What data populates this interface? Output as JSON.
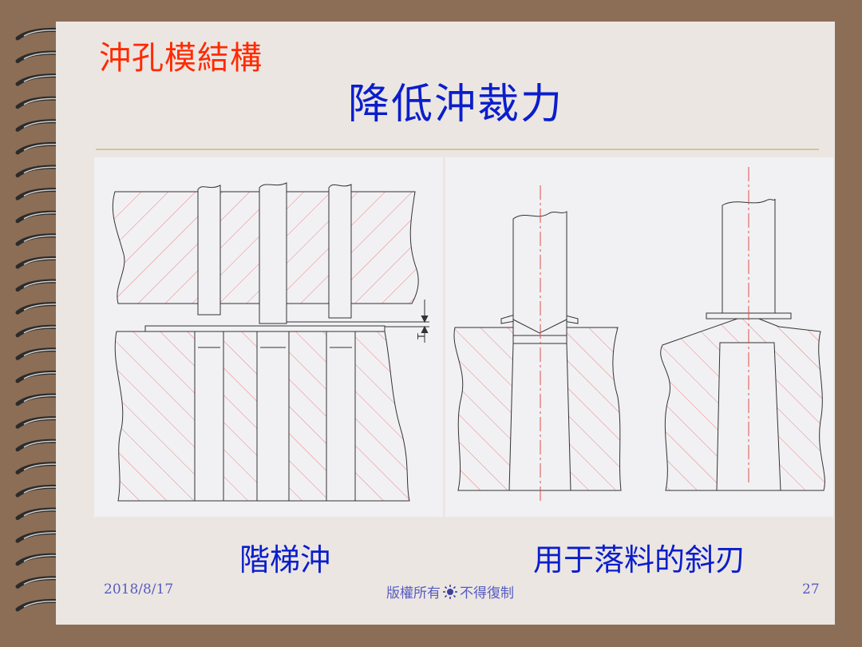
{
  "slide": {
    "section_title": "沖孔模結構",
    "main_title": "降低沖裁力"
  },
  "diagrams": {
    "left": {
      "caption": "階梯沖",
      "dimension_label": "T"
    },
    "right": {
      "caption": "用于落料的斜刃"
    }
  },
  "footer": {
    "date": "2018/8/17",
    "copyright_before": "版權所有",
    "copyright_icon": "sun-icon",
    "copyright_after": "不得復制",
    "page_number": "27"
  },
  "colors": {
    "background": "#8c6e56",
    "page": "#ece6e2",
    "section_title": "#ff2a00",
    "main_title": "#0a1ecc",
    "hatch": "#f08080",
    "footer_text": "#565cc2"
  }
}
